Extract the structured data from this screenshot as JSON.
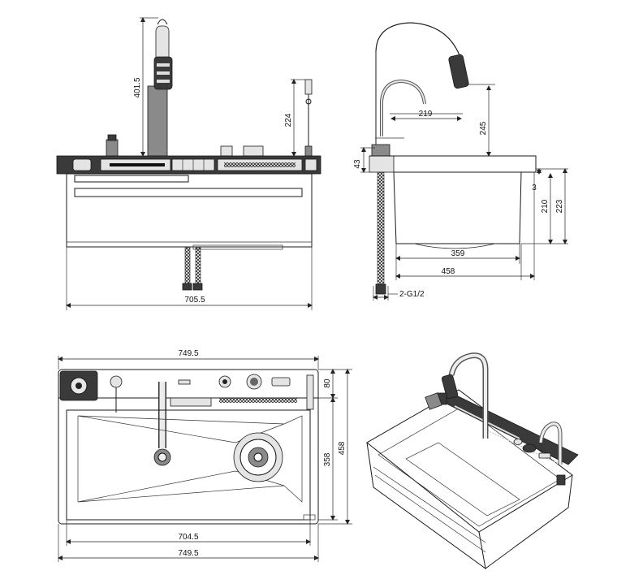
{
  "front_view": {
    "dim_width": "705.5",
    "dim_faucet_height": "401.5",
    "dim_sprayer_height": "224"
  },
  "side_view": {
    "dim_spout_reach": "219",
    "dim_spout_height": "245",
    "dim_deck_height": "43",
    "dim_rim": "3",
    "dim_bowl_depth": "210",
    "dim_total_depth": "223",
    "dim_bottom_width": "359",
    "dim_top_width": "458",
    "dim_hose_thread": "2-G1/2"
  },
  "top_view": {
    "dim_width_top": "749.5",
    "dim_deck_depth": "80",
    "dim_bowl_length": "358",
    "dim_total_depth": "458",
    "dim_bowl_width": "704.5",
    "dim_width_bottom": "749.5"
  }
}
